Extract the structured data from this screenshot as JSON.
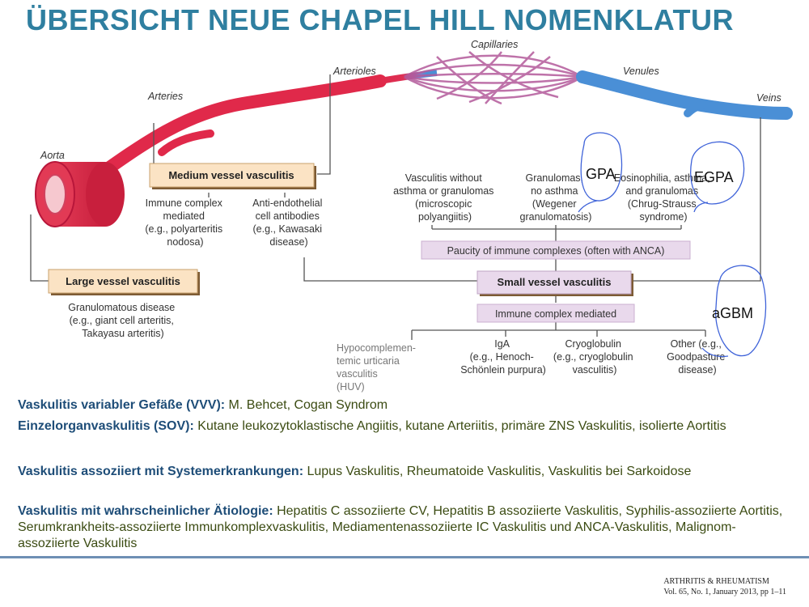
{
  "title": "ÜBERSICHT NEUE CHAPEL HILL NOMENKLATUR",
  "vessel_labels": {
    "capillaries": "Capillaries",
    "arterioles": "Arterioles",
    "venules": "Venules",
    "arteries": "Arteries",
    "veins": "Veins",
    "aorta": "Aorta"
  },
  "medium": {
    "box": "Medium vessel vasculitis",
    "left": [
      "Immune complex",
      "mediated",
      "(e.g., polyarteritis",
      "nodosa)"
    ],
    "right": [
      "Anti-endothelial",
      "cell antibodies",
      "(e.g., Kawasaki",
      "disease)"
    ]
  },
  "large": {
    "box": "Large vessel vasculitis",
    "desc": [
      "Granulomatous disease",
      "(e.g., giant cell arteritis,",
      "Takayasu arteritis)"
    ]
  },
  "small": {
    "box": "Small vessel vasculitis",
    "anca_col1": [
      "Vasculitis without",
      "asthma or granulomas",
      "(microscopic",
      "polyangiitis)"
    ],
    "anca_col2": [
      "Granulomas,",
      "no asthma",
      "(Wegener",
      "granulomatosis)"
    ],
    "anca_col3": [
      "Eosinophilia, asthma,",
      "and granulomas",
      "(Chrug-Strauss",
      "syndrome)"
    ],
    "paucity": "Paucity of immune complexes (often with ANCA)",
    "immune": "Immune complex mediated",
    "ic_col1": [
      "IgA",
      "(e.g., Henoch-",
      "Schönlein purpura)"
    ],
    "ic_col2": [
      "Cryoglobulin",
      "(e.g., cryoglobulin",
      "vasculitis)"
    ],
    "ic_col3": [
      "Other (e.g.,",
      "Goodpasture",
      "disease)"
    ]
  },
  "huv": [
    "Hypocomplemen-",
    "temic urticaria",
    "vasculitis",
    "(HUV)"
  ],
  "annotations": {
    "gpa": "GPA",
    "egpa": "EGPA",
    "agbm": "aGBM"
  },
  "paragraphs": [
    {
      "label": "Vaskulitis variabler Gefäße (VVV):",
      "text": " M. Behcet, Cogan Syndrom"
    },
    {
      "label": "Einzelorganvaskulitis (SOV):",
      "text": " Kutane leukozytoklastische Angiitis, kutane Arteriitis, primäre ZNS Vaskulitis, isolierte Aortitis"
    },
    {
      "label": "Vaskulitis assoziiert mit Systemerkrankungen:",
      "text": " Lupus Vaskulitis, Rheumatoide Vaskulitis, Vaskulitis bei Sarkoidose"
    },
    {
      "label": "Vaskulitis mit wahrscheinlicher Ätiologie:",
      "text": " Hepatitis C assoziierte CV, Hepatitis B assoziierte Vaskulitis, Syphilis-assoziierte Aortitis, Serumkrankheits-assoziierte Immunkomplexvaskulitis, Mediamentenassoziierte IC Vaskulitis und ANCA-Vaskulitis, Malignom-assoziierte Vaskulitis"
    }
  ],
  "citation": [
    "ARTHRITIS & RHEUMATISM",
    "Vol. 65, No. 1, January 2013, pp 1–11"
  ],
  "colors": {
    "title": "#2f7fa0",
    "artery": "#e0294a",
    "vein": "#4a8fd6",
    "box_fill": "#fbe3c4",
    "label_blue": "#1e4d78",
    "body_text": "#3b4b12"
  }
}
